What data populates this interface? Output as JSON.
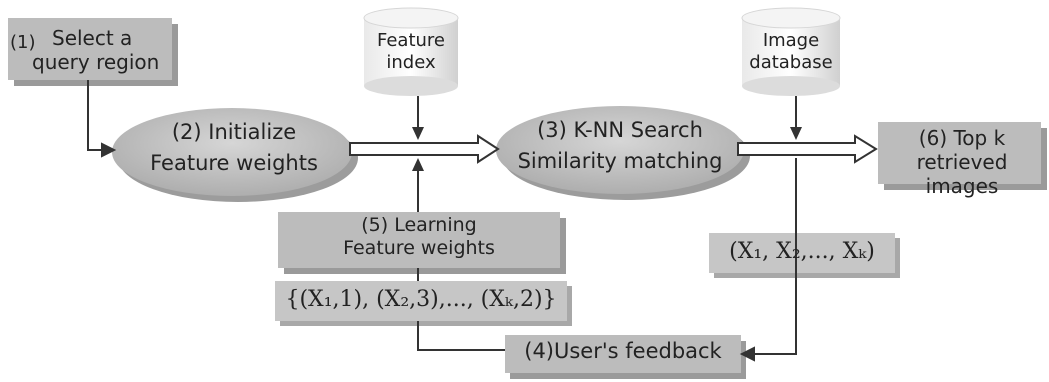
{
  "steps": {
    "select": {
      "num": "(1)",
      "line1": "Select a",
      "line2": "query region"
    },
    "init": {
      "line1": "(2) Initialize",
      "line2": "Feature weights"
    },
    "knn": {
      "line1": "(3) K-NN Search",
      "line2": "Similarity matching"
    },
    "feedback": {
      "label": "(4)User's feedback"
    },
    "learning": {
      "line1": "(5) Learning",
      "line2": "Feature weights"
    },
    "topk": {
      "line1": "(6) Top k",
      "line2": "retrieved images"
    }
  },
  "stores": {
    "feature_index": {
      "line1": "Feature",
      "line2": "index"
    },
    "image_database": {
      "line1": "Image",
      "line2": "database"
    }
  },
  "formulas": {
    "retrieved": "(X₁, X₂,..., Xₖ)",
    "feedback_set": "{(X₁,1), (X₂,3),..., (Xₖ,2)}"
  },
  "colors": {
    "box_fill": "#b9b9b9",
    "box_shadow": "#9a9a9a",
    "ellipse_fill": "#bdbdbd",
    "line": "#333333",
    "arrow_fill": "#ffffff"
  }
}
